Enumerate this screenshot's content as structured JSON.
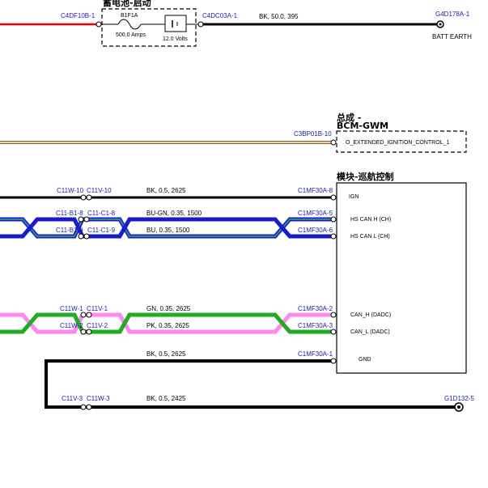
{
  "colors": {
    "red": "#ee0000",
    "black": "#000000",
    "blue": "#1a1acc",
    "teal": "#2a8a8a",
    "green": "#22aa22",
    "pink": "#ff88ee",
    "connector_text": "#1a1aa8"
  },
  "top": {
    "title": "蓄电池-启动",
    "left_conn": "C4DF10B-1",
    "fuse_name": "B1F1A",
    "fuse_rating": "500.0 Amps",
    "battery_voltage": "12.0 Volts",
    "right_conn": "C4DC03A-1",
    "wire_label": "BK, 50.0, 395",
    "ground_conn": "G4D178A-1",
    "ground_name": "BATT EARTH"
  },
  "bcm": {
    "title_line1": "总成 -",
    "title_line2": "BCM-GWM",
    "conn": "C3BP01B-10",
    "signal": "O_EXTENDED_IGNITION_CONTROL_1"
  },
  "module": {
    "title": "模块-巡航控制",
    "pins": [
      "IGN",
      "HS CAN H (CH)",
      "HS CAN L (CH)",
      "CAN_H (DADC)",
      "CAN_L (DADC)",
      "GND"
    ]
  },
  "wires": {
    "ign": {
      "c1": "C11W-10",
      "c2": "C11V-10",
      "label": "BK, 0.5, 2625",
      "end": "C1MF30A-8"
    },
    "can_h": {
      "c1": "C11-B1-8",
      "c2": "C11-C1-8",
      "label": "BU-GN, 0.35, 1500",
      "end": "C1MF30A-5"
    },
    "can_l": {
      "c1": "C11-B1-9",
      "c2": "C11-C1-9",
      "label": "BU, 0.35, 1500",
      "end": "C1MF30A-6"
    },
    "dadc_h": {
      "c1": "C11W-1",
      "c2": "C11V-1",
      "label": "GN, 0.35, 2625",
      "end": "C1MF30A-2"
    },
    "dadc_l": {
      "c1": "C11W-2",
      "c2": "C11V-2",
      "label": "PK, 0.35, 2625",
      "end": "C1MF30A-3"
    },
    "gnd": {
      "label": "BK, 0.5, 2625",
      "end": "C1MF30A-1"
    },
    "gnd2": {
      "c1": "C11V-3",
      "c2": "C11W-3",
      "label": "BK, 0.5, 2425",
      "end": "G1D132-5"
    }
  }
}
